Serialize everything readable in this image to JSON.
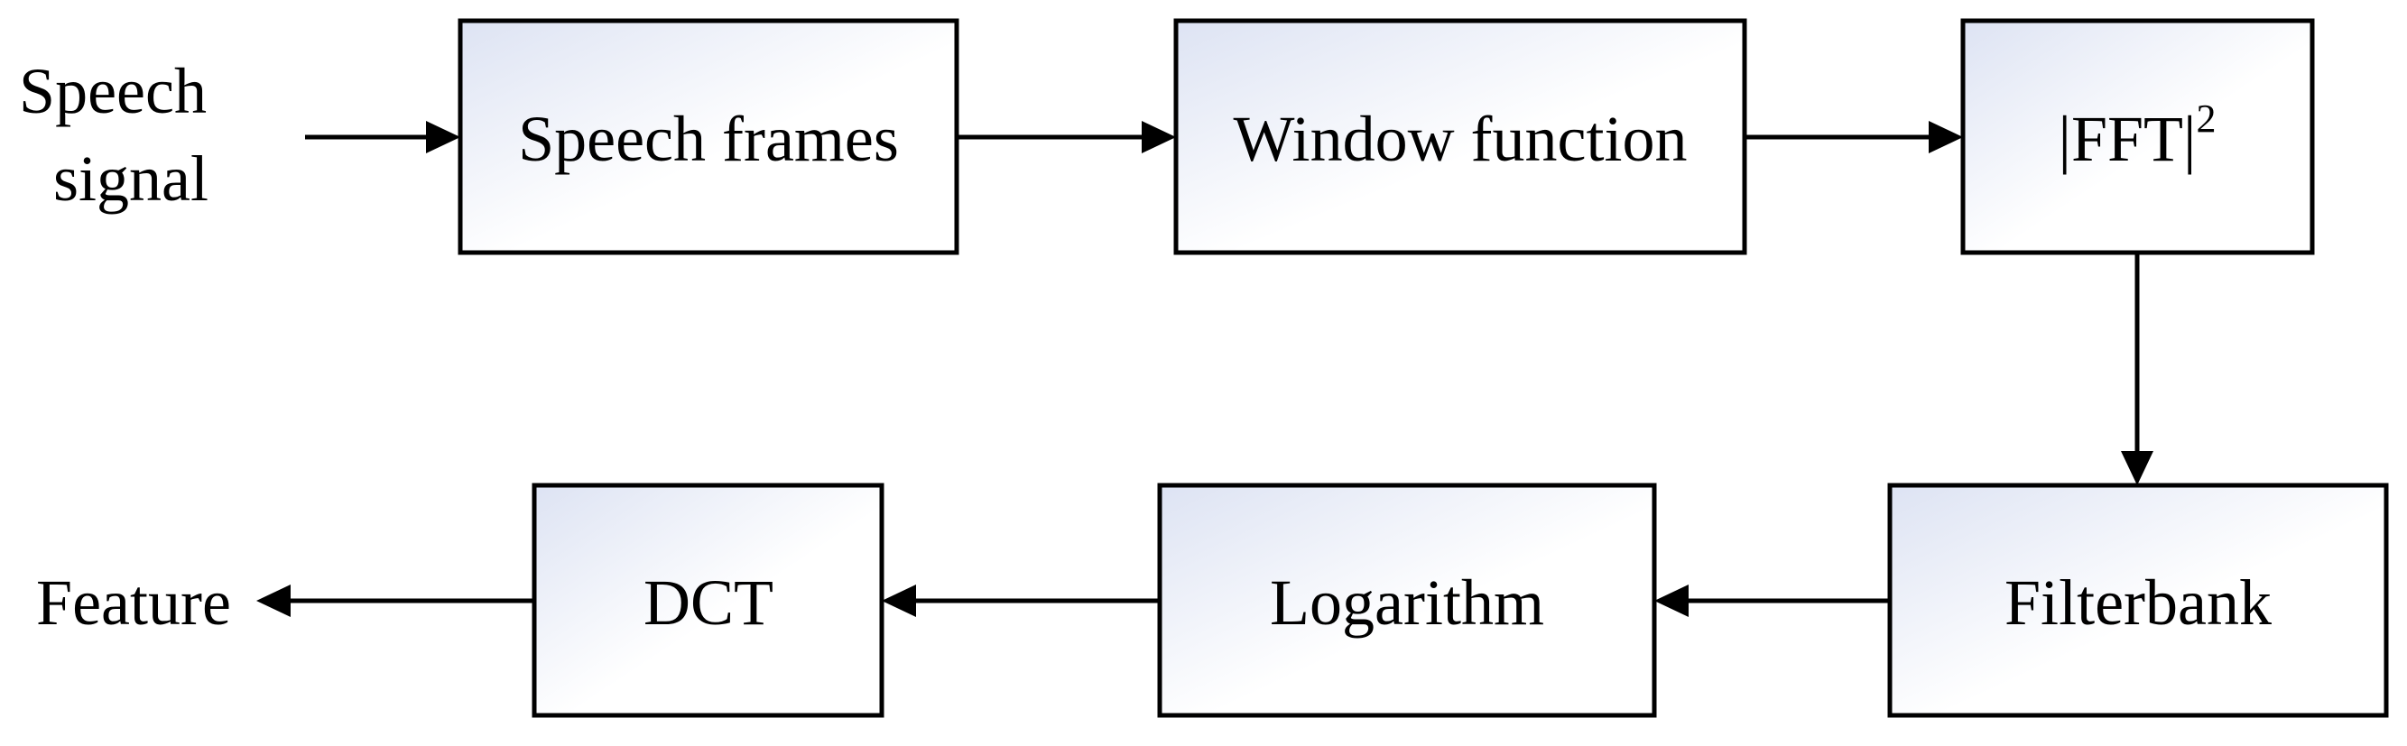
{
  "diagram": {
    "input_label_line1": "Speech",
    "input_label_line2": "signal",
    "output_label": "Feature",
    "nodes": {
      "speech_frames": "Speech frames",
      "window_function": "Window function",
      "fft_base": "|FFT|",
      "fft_exponent": "2",
      "filterbank": "Filterbank",
      "logarithm": "Logarithm",
      "dct": "DCT"
    },
    "colors": {
      "box_fill_light": "#ffffff",
      "box_fill_tint": "#dde3f3",
      "stroke": "#000000"
    }
  }
}
